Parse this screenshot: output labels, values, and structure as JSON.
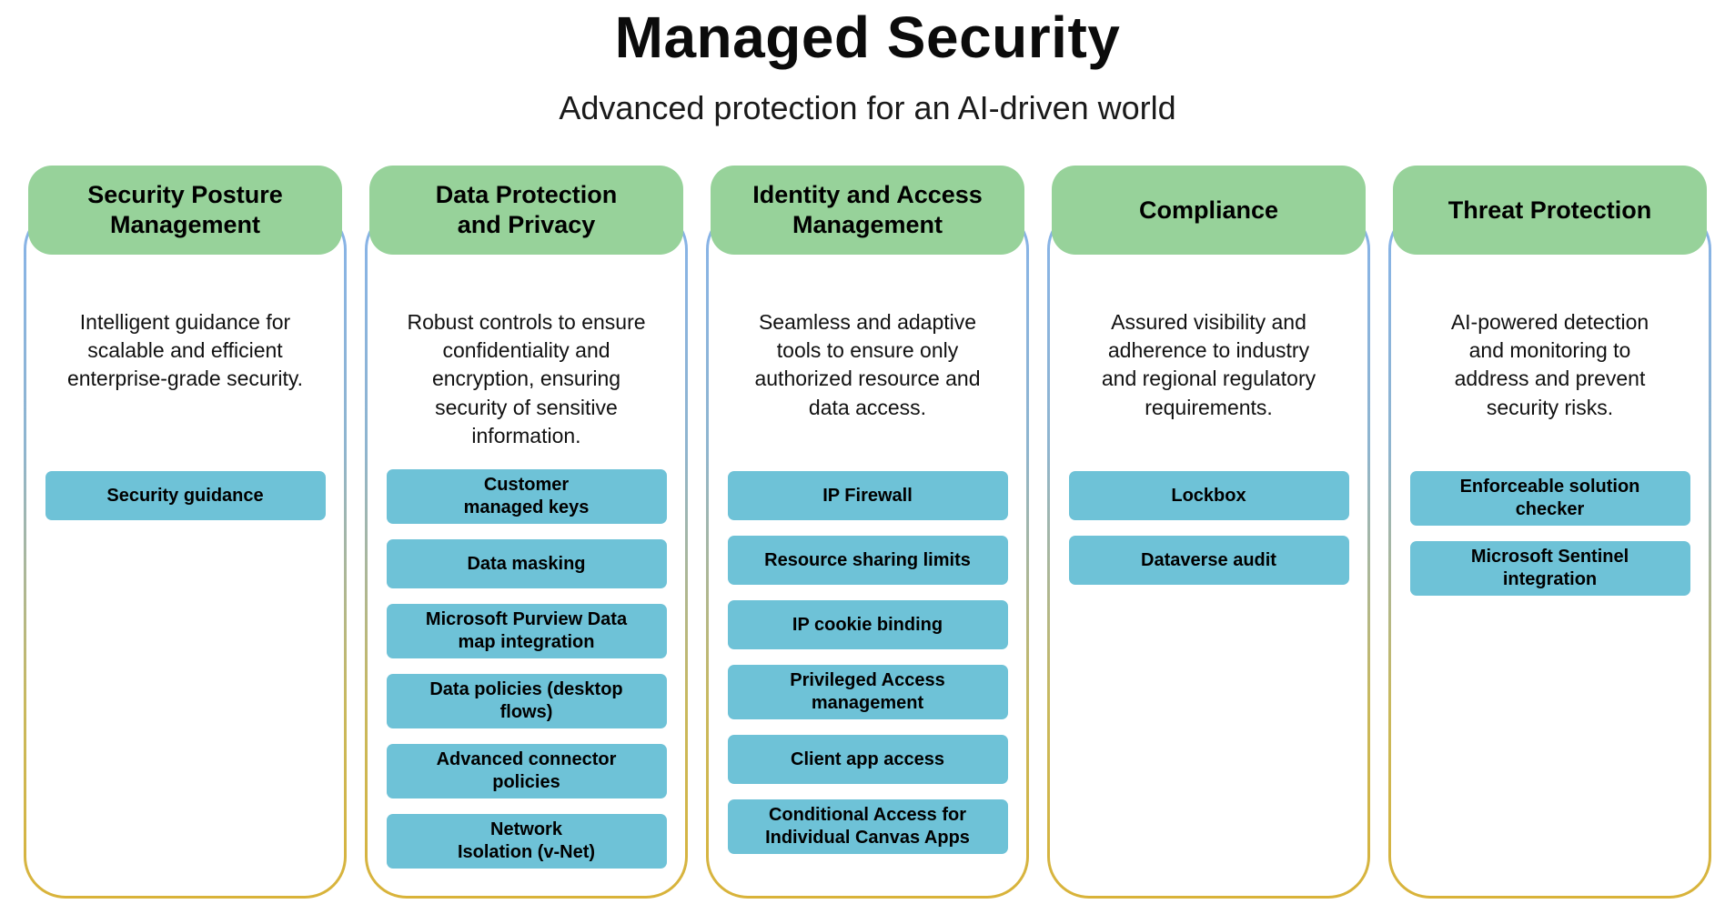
{
  "page": {
    "title": "Managed Security",
    "subtitle": "Advanced protection for an AI-driven world"
  },
  "colors": {
    "header_green": "#97d29a",
    "pill_teal": "#6ec2d7",
    "frame_border_top": "#87b3e9",
    "frame_border_bottom": "#d9b339"
  },
  "columns": [
    {
      "title": "Security Posture\nManagement",
      "description": "Intelligent guidance for\nscalable and efficient\nenterprise-grade security.",
      "items": [
        "Security guidance"
      ]
    },
    {
      "title": "Data Protection\nand Privacy",
      "description": "Robust controls to ensure\nconfidentiality and\nencryption, ensuring\nsecurity of sensitive\ninformation.",
      "items": [
        "Customer\nmanaged keys",
        "Data masking",
        "Microsoft Purview Data\nmap integration",
        "Data policies (desktop\nflows)",
        "Advanced connector\npolicies",
        "Network\nIsolation (v-Net)"
      ]
    },
    {
      "title": "Identity and Access\nManagement",
      "description": "Seamless and adaptive\ntools to ensure only\nauthorized resource and\ndata access.",
      "items": [
        "IP Firewall",
        "Resource sharing limits",
        "IP cookie binding",
        "Privileged Access\nmanagement",
        "Client app access",
        "Conditional Access for\nIndividual Canvas Apps"
      ]
    },
    {
      "title": "Compliance",
      "description": "Assured visibility and\nadherence to industry\nand regional regulatory\nrequirements.",
      "items": [
        "Lockbox",
        "Dataverse audit"
      ]
    },
    {
      "title": "Threat Protection",
      "description": "AI-powered detection\nand monitoring to\naddress and prevent\nsecurity risks.",
      "items": [
        "Enforceable solution\nchecker",
        "Microsoft Sentinel\nintegration"
      ]
    }
  ]
}
